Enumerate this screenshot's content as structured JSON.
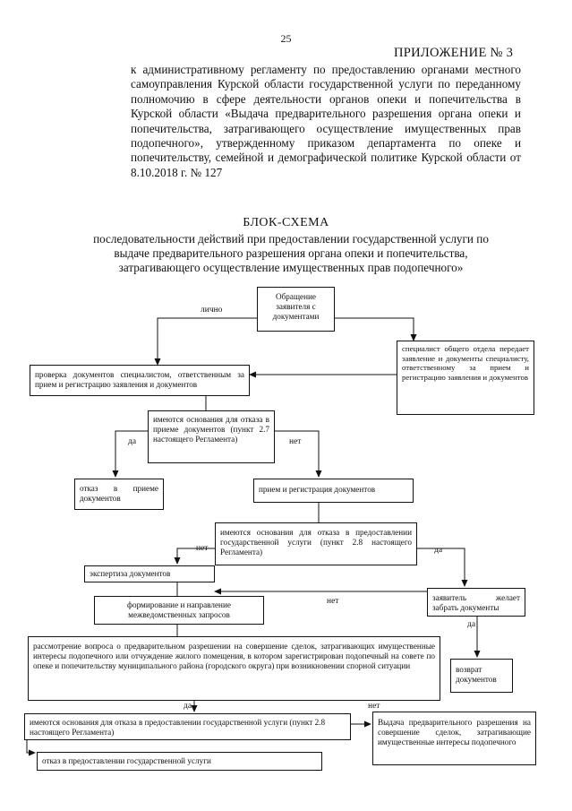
{
  "page_number": "25",
  "appendix": {
    "title": "ПРИЛОЖЕНИЕ № 3",
    "text": "к административному регламенту по предоставлению органами местного самоуправления Курской области государственной услуги по переданному полномочию в сфере деятельности органов опеки и попечительства в Курской области «Выдача предварительного разрешения органа опеки и попечительства, затрагивающего осуществление имущественных прав подопечного», утвержденному приказом департамента по опеке и попечительству, семейной и демографической политике Курской области от 8.10.2018 г. № 127"
  },
  "scheme": {
    "title": "БЛОК-СХЕМА",
    "subtitle": "последовательности действий при предоставлении государственной услуги по выдаче предварительного разрешения органа опеки и попечительства, затрагивающего осуществление имущественных прав подопечного»"
  },
  "boxes": {
    "appeal": "Обращение заявителя с документами",
    "specialist": "специалист общего отдела передает заявление и документы специалисту, ответственному за прием и регистрацию заявления и документов",
    "check": "проверка документов специалистом, ответственным за прием и регистрацию заявления и документов",
    "grounds1": "имеются основания для отказа в приеме документов (пункт 2.7 настоящего Регламента)",
    "refuse_accept": "отказ в приеме документов",
    "accept": "прием и регистрация документов",
    "grounds2": "имеются основания для отказа в предоставлении государственной услуги (пункт 2.8 настоящего Регламента)",
    "expertise": "экспертиза документов",
    "requests": "формирование и направление межведомственных запросов",
    "applicant": "заявитель желает забрать документы",
    "consider": "рассмотрение вопроса о предварительном разрешении на совершение сделок, затрагивающих имущественные интересы подопечного или отчуждение жилого помещения, в котором зарегистрирован подопечный на совете по опеке и попечительству муниципального района (городского округа) при возникновении спорной ситуации",
    "return": "возврат документов",
    "grounds3": "имеются основания для отказа в предоставлении государственной услуги (пункт 2.8 настоящего Регламента)",
    "issue": "Выдача предварительного разрешения на совершение сделок, затрагивающие имущественные интересы подопечного",
    "refuse_service": "отказ в предоставлении государственной услуги"
  },
  "labels": {
    "personal": "лично",
    "yes1": "да",
    "no1": "нет",
    "no2": "нет",
    "yes2": "да",
    "no3": "нет",
    "yes3": "да",
    "yes4": "да",
    "no4": "нет"
  }
}
